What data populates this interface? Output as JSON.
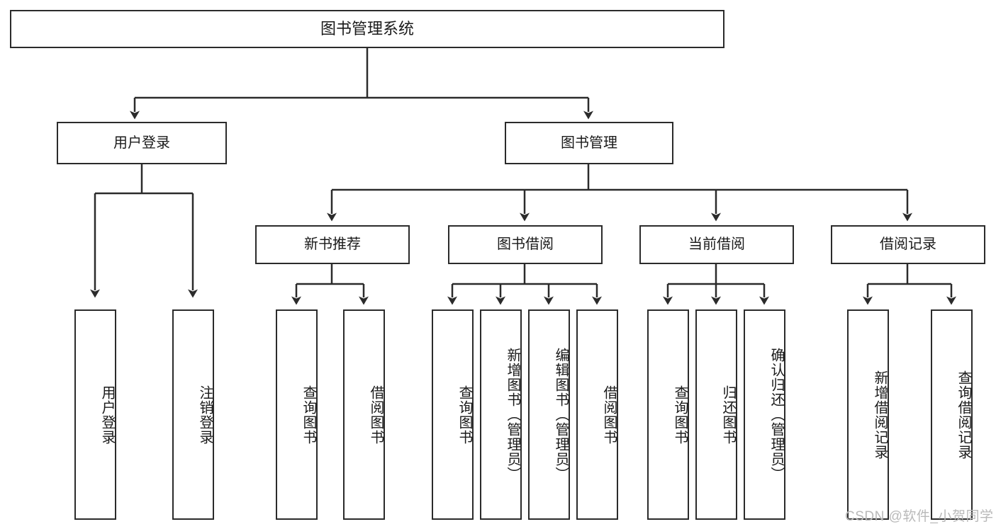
{
  "diagram": {
    "title": "图书管理系统",
    "watermark": "CSDN @软件_小贺同学",
    "colors": {
      "stroke": "#2b2b2b",
      "fill": "#ffffff",
      "text": "#1a1a1a",
      "watermark": "#b9b9b9"
    },
    "root": {
      "label": "图书管理系统"
    },
    "level1": [
      {
        "label": "用户登录"
      },
      {
        "label": "图书管理"
      }
    ],
    "level2": [
      {
        "label": "新书推荐"
      },
      {
        "label": "图书借阅"
      },
      {
        "label": "当前借阅"
      },
      {
        "label": "借阅记录"
      }
    ],
    "leaves": {
      "user_login": [
        {
          "label": "用户登录"
        },
        {
          "label": "注销登录"
        }
      ],
      "new_book": [
        {
          "label": "查询图书"
        },
        {
          "label": "借阅图书"
        }
      ],
      "borrow_book": [
        {
          "label": "查询图书"
        },
        {
          "label": "新增图书（管理员）"
        },
        {
          "label": "编辑图书（管理员）"
        },
        {
          "label": "借阅图书"
        }
      ],
      "current_borrow": [
        {
          "label": "查询图书"
        },
        {
          "label": "归还图书"
        },
        {
          "label": "确认归还（管理员）"
        }
      ],
      "borrow_record": [
        {
          "label": "新增借阅记录"
        },
        {
          "label": "查询借阅记录"
        }
      ]
    }
  }
}
